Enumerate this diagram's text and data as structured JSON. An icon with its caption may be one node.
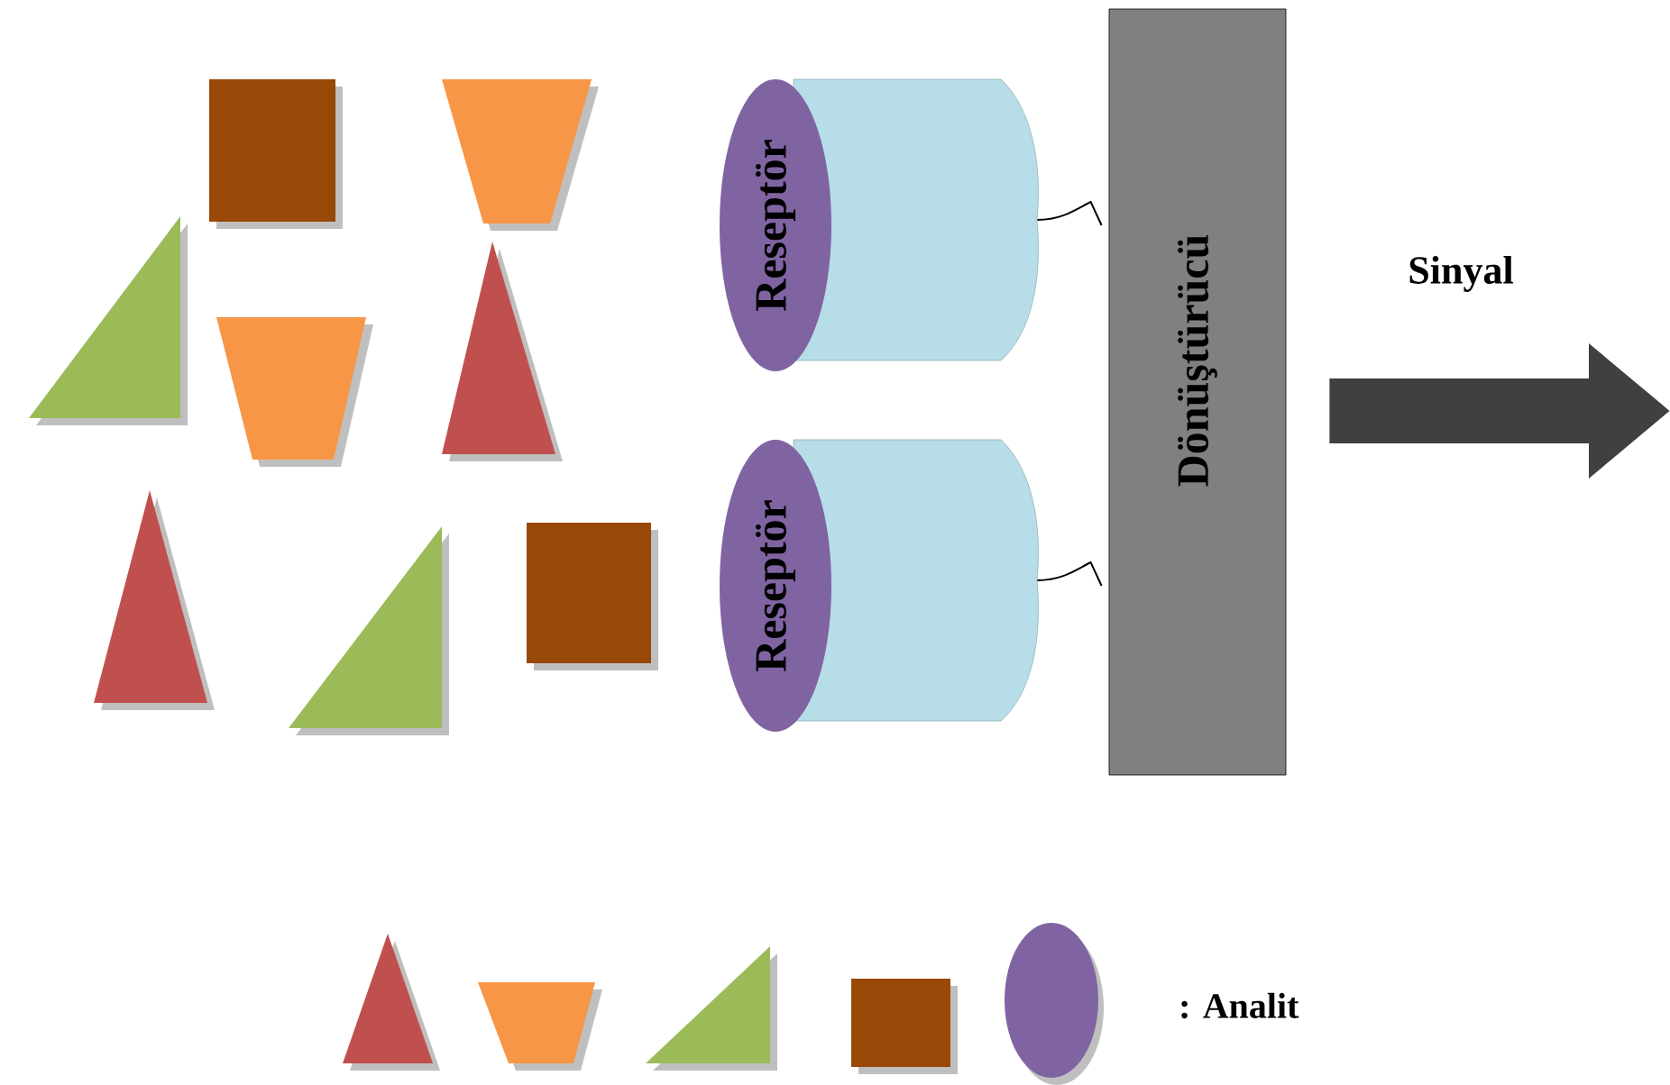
{
  "diagram": {
    "nodes": [
      {
        "text": [
          "Reseptör"
        ]
      },
      {
        "text": [],
        "shape": "cylinder"
      },
      {
        "text": [
          "Reseptör"
        ]
      },
      {
        "text": [],
        "shape": "cylinder"
      },
      {
        "text": [
          "Dönüştürücü"
        ]
      }
    ],
    "edges": [
      {
        "from": 1,
        "to": 4,
        "arrow": "none"
      },
      {
        "from": 3,
        "to": 4,
        "arrow": "none"
      },
      {
        "from": 4,
        "to": null,
        "arrow": "to",
        "label": "Sinyal",
        "style": "thick",
        "color": "#404040"
      }
    ],
    "labels": [
      ": Analit"
    ]
  }
}
